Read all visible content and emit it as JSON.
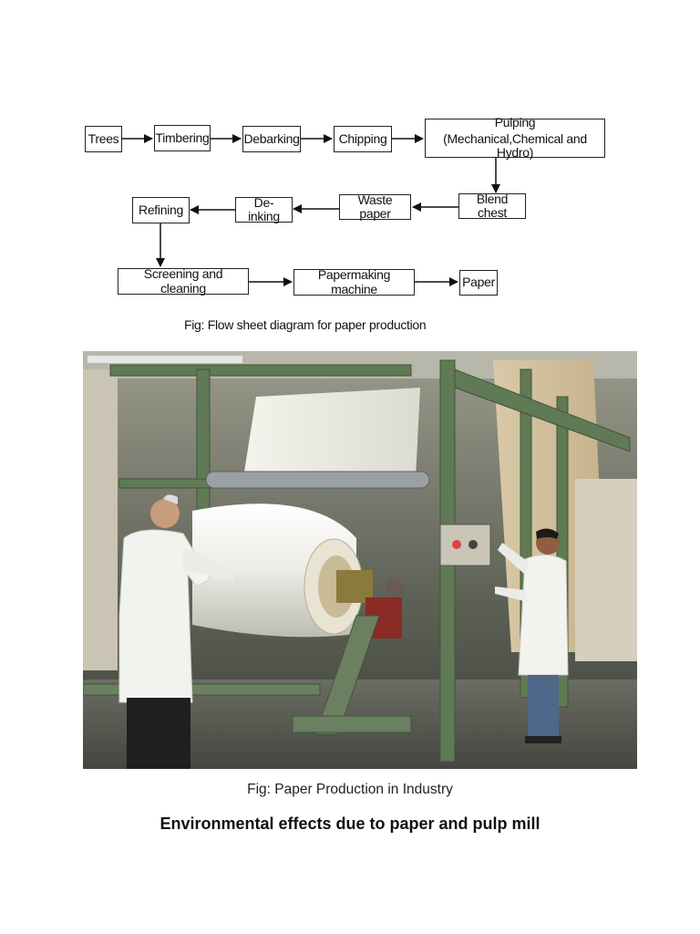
{
  "flowchart": {
    "nodes": {
      "trees": "Trees",
      "timbering": "Timbering",
      "debarking": "Debarking",
      "chipping": "Chipping",
      "pulping_line1": "Pulping",
      "pulping_line2": "(Mechanical,Chemical and Hydro)",
      "blend_chest": "Blend chest",
      "waste_paper": "Waste paper",
      "deinking": "De-inking",
      "refining": "Refining",
      "screening": "Screening and cleaning",
      "papermaking": "Papermaking machine",
      "paper": "Paper"
    },
    "caption": "Fig: Flow sheet diagram for paper production"
  },
  "photo": {
    "caption": "Fig: Paper Production in Industry"
  },
  "heading": "Environmental effects due to paper and pulp mill"
}
